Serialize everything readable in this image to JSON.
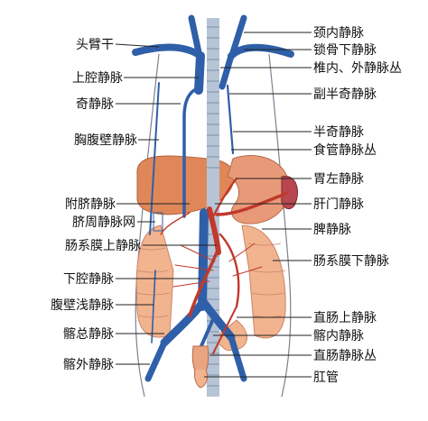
{
  "diagram": {
    "left_labels": [
      "头臂干",
      "上腔静脉",
      "奇静脉",
      "胸腹壁静脉",
      "附脐静脉",
      "脐周静脉网",
      "肠系膜上静脉",
      "下腔静脉",
      "腹壁浅静脉",
      "髂总静脉",
      "髂外静脉"
    ],
    "right_labels": [
      "颈内静脉",
      "锁骨下静脉",
      "椎内、外静脉丛",
      "副半奇静脉",
      "半奇静脉",
      "食管静脉丛",
      "胃左静脉",
      "肝门静脉",
      "脾静脉",
      "肠系膜下静脉",
      "直肠上静脉",
      "髂内静脉",
      "直肠静脉丛",
      "肛管"
    ],
    "colors": {
      "vein_blue": "#2f5fa8",
      "portal_red": "#c0392b",
      "liver": "#e0875a",
      "stomach": "#e89a78",
      "spleen": "#b8474f",
      "intestine": "#f2b38f",
      "spine": "#b7c4d6",
      "background": "#ffffff"
    }
  }
}
